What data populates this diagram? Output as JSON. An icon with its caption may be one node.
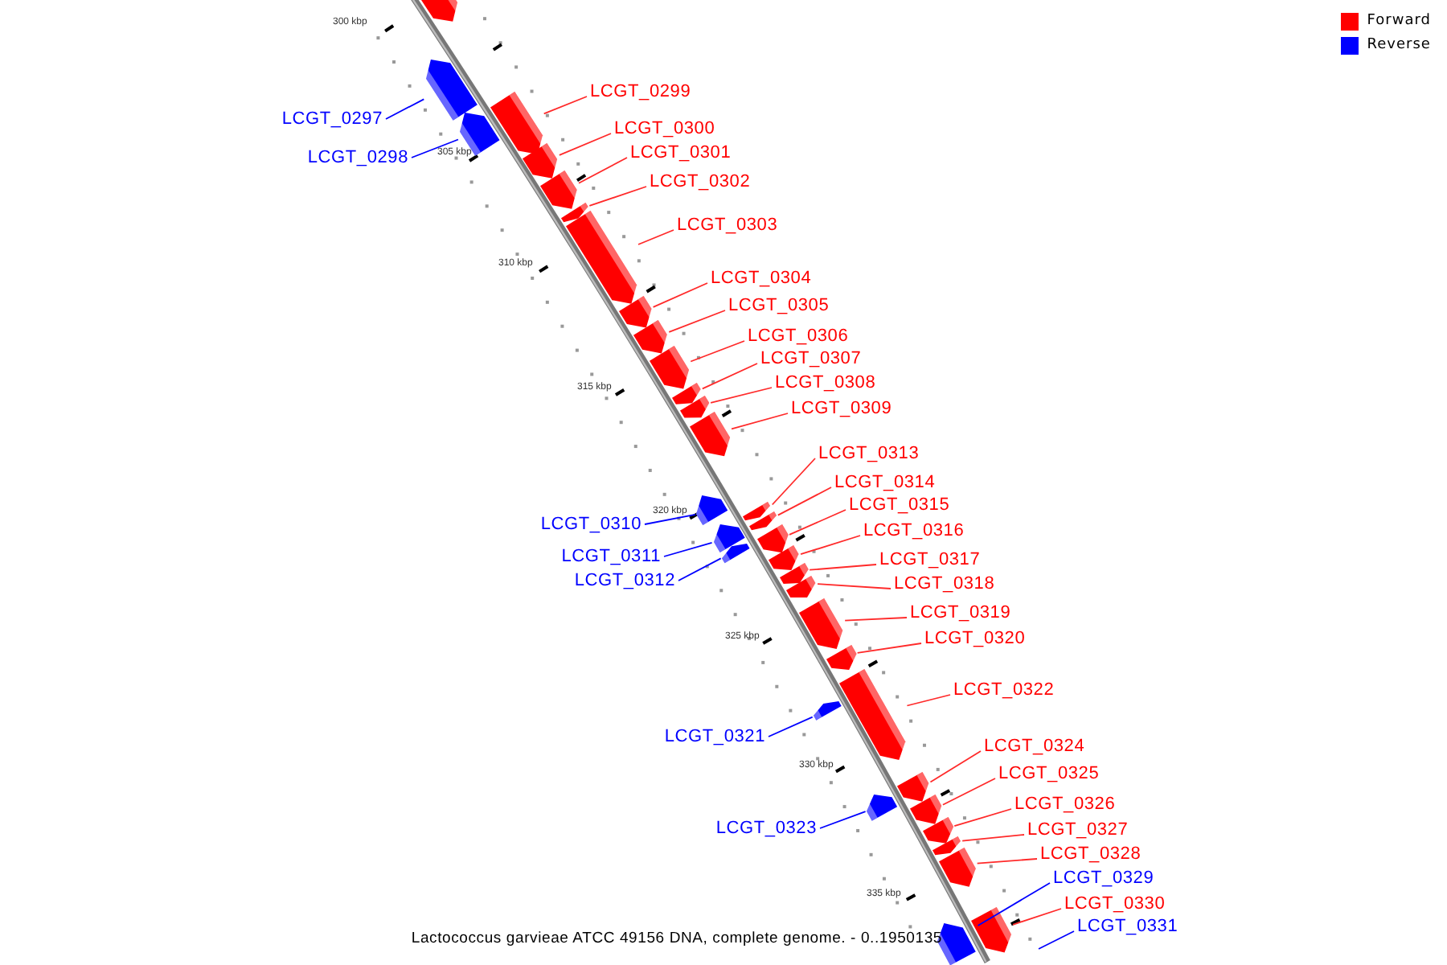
{
  "diagram": {
    "caption": "Lactococcus garvieae ATCC 49156 DNA, complete genome. - 0..1950135",
    "nodes": [
      {
        "text": [],
        "shape": "bar"
      },
      {
        "text": [
          "LCGT_0297"
        ]
      },
      {
        "text": [],
        "shape": "bar"
      },
      {
        "text": [
          "LCGT_0298"
        ]
      },
      {
        "text": [],
        "shape": "bar"
      },
      {
        "text": [
          "LCGT_0299"
        ]
      },
      {
        "text": [],
        "shape": "bar"
      },
      {
        "text": [
          "LCGT_0300"
        ]
      },
      {
        "text": [],
        "shape": "bar"
      },
      {
        "text": [
          "LCGT_0301"
        ]
      },
      {
        "text": [],
        "shape": "bar"
      },
      {
        "text": [
          "LCGT_0302"
        ]
      },
      {
        "text": [],
        "shape": "bar"
      },
      {
        "text": [
          "LCGT_0303"
        ]
      },
      {
        "text": [],
        "shape": "bar"
      },
      {
        "text": [
          "LCGT_0304"
        ]
      },
      {
        "text": [],
        "shape": "bar"
      },
      {
        "text": [
          "LCGT_0305"
        ]
      },
      {
        "text": [],
        "shape": "bar"
      },
      {
        "text": [
          "LCGT_0306"
        ]
      },
      {
        "text": [],
        "shape": "bar"
      },
      {
        "text": [
          "LCGT_0307"
        ]
      },
      {
        "text": [],
        "shape": "bar"
      },
      {
        "text": [
          "LCGT_0308"
        ]
      },
      {
        "text": [],
        "shape": "bar"
      },
      {
        "text": [
          "LCGT_0309"
        ]
      },
      {
        "text": [],
        "shape": "bar"
      },
      {
        "text": [
          "LCGT_0310"
        ]
      },
      {
        "text": [],
        "shape": "bar"
      },
      {
        "text": [
          "LCGT_0311"
        ]
      },
      {
        "text": [],
        "shape": "bar"
      },
      {
        "text": [
          "LCGT_0312"
        ]
      },
      {
        "text": [],
        "shape": "bar"
      },
      {
        "text": [
          "LCGT_0313"
        ]
      },
      {
        "text": [],
        "shape": "bar"
      },
      {
        "text": [
          "LCGT_0314"
        ]
      },
      {
        "text": [],
        "shape": "bar"
      },
      {
        "text": [
          "LCGT_0315"
        ]
      },
      {
        "text": [],
        "shape": "bar"
      },
      {
        "text": [
          "LCGT_0316"
        ]
      },
      {
        "text": [],
        "shape": "bar"
      },
      {
        "text": [
          "LCGT_0317"
        ]
      },
      {
        "text": [],
        "shape": "bar"
      },
      {
        "text": [
          "LCGT_0318"
        ]
      },
      {
        "text": [],
        "shape": "bar"
      },
      {
        "text": [
          "LCGT_0319"
        ]
      },
      {
        "text": [],
        "shape": "bar"
      },
      {
        "text": [
          "LCGT_0320"
        ]
      },
      {
        "text": [],
        "shape": "bar"
      },
      {
        "text": [
          "LCGT_0321"
        ]
      },
      {
        "text": [],
        "shape": "bar"
      },
      {
        "text": [
          "LCGT_0322"
        ]
      },
      {
        "text": [],
        "shape": "bar"
      },
      {
        "text": [
          "LCGT_0323"
        ]
      },
      {
        "text": [],
        "shape": "bar"
      },
      {
        "text": [
          "LCGT_0324"
        ]
      },
      {
        "text": [],
        "shape": "bar"
      },
      {
        "text": [
          "LCGT_0325"
        ]
      },
      {
        "text": [],
        "shape": "bar"
      },
      {
        "text": [
          "LCGT_0326"
        ]
      },
      {
        "text": [],
        "shape": "bar"
      },
      {
        "text": [
          "LCGT_0327"
        ]
      },
      {
        "text": [],
        "shape": "bar"
      },
      {
        "text": [
          "LCGT_0328"
        ]
      },
      {
        "text": [],
        "shape": "bar"
      },
      {
        "text": [
          "LCGT_0329"
        ]
      },
      {
        "text": [],
        "shape": "bar"
      },
      {
        "text": [
          "LCGT_0330"
        ]
      },
      {
        "text": [],
        "shape": "bar"
      },
      {
        "text": [
          "LCGT_0331"
        ]
      }
    ],
    "edges": [
      {
        "from": 1,
        "to": 2,
        "arrow": "none",
        "color": "#0000ff"
      },
      {
        "from": 3,
        "to": 4,
        "arrow": "none",
        "color": "#0000ff"
      },
      {
        "from": 5,
        "to": 6,
        "arrow": "none"
      },
      {
        "from": 7,
        "to": 8,
        "arrow": "none"
      },
      {
        "from": 9,
        "to": 10,
        "arrow": "none"
      },
      {
        "from": 11,
        "to": 12,
        "arrow": "none"
      },
      {
        "from": 13,
        "to": 14,
        "arrow": "none"
      },
      {
        "from": 15,
        "to": 16,
        "arrow": "none"
      },
      {
        "from": 17,
        "to": 18,
        "arrow": "none"
      },
      {
        "from": 19,
        "to": 20,
        "arrow": "none"
      },
      {
        "from": 21,
        "to": 22,
        "arrow": "none"
      },
      {
        "from": 23,
        "to": 24,
        "arrow": "none"
      },
      {
        "from": 25,
        "to": 26,
        "arrow": "none"
      },
      {
        "from": 27,
        "to": 28,
        "arrow": "none",
        "color": "#0000ff"
      },
      {
        "from": 29,
        "to": 30,
        "arrow": "none",
        "color": "#0000ff"
      },
      {
        "from": 31,
        "to": 32,
        "arrow": "none",
        "color": "#0000ff"
      },
      {
        "from": 33,
        "to": 34,
        "arrow": "none"
      },
      {
        "from": 35,
        "to": 36,
        "arrow": "none"
      },
      {
        "from": 37,
        "to": 38,
        "arrow": "none"
      },
      {
        "from": 39,
        "to": 40,
        "arrow": "none"
      },
      {
        "from": 41,
        "to": 42,
        "arrow": "none"
      },
      {
        "from": 43,
        "to": 44,
        "arrow": "none"
      },
      {
        "from": 45,
        "to": 46,
        "arrow": "none"
      },
      {
        "from": 47,
        "to": 48,
        "arrow": "none"
      },
      {
        "from": 49,
        "to": 50,
        "arrow": "none",
        "color": "#0000ff"
      },
      {
        "from": 51,
        "to": 52,
        "arrow": "none"
      },
      {
        "from": 53,
        "to": 54,
        "arrow": "none",
        "color": "#0000ff"
      },
      {
        "from": 55,
        "to": 56,
        "arrow": "none"
      },
      {
        "from": 57,
        "to": 58,
        "arrow": "none"
      },
      {
        "from": 59,
        "to": 60,
        "arrow": "none"
      },
      {
        "from": 61,
        "to": 62,
        "arrow": "none"
      },
      {
        "from": 63,
        "to": 64,
        "arrow": "none"
      },
      {
        "from": 65,
        "to": 66,
        "arrow": "none",
        "color": "#0000ff"
      },
      {
        "from": 67,
        "to": 68,
        "arrow": "none"
      },
      {
        "from": 69,
        "to": null,
        "arrow": "none",
        "color": "#0000ff"
      }
    ],
    "labels": [
      "300 kbp",
      "305 kbp",
      "310 kbp",
      "315 kbp",
      "320 kbp",
      "325 kbp",
      "330 kbp",
      "335 kbp"
    ],
    "legend": [
      {
        "text": "Forward",
        "color": "#ff0000"
      },
      {
        "text": "Reverse",
        "color": "#0000ff"
      }
    ]
  }
}
